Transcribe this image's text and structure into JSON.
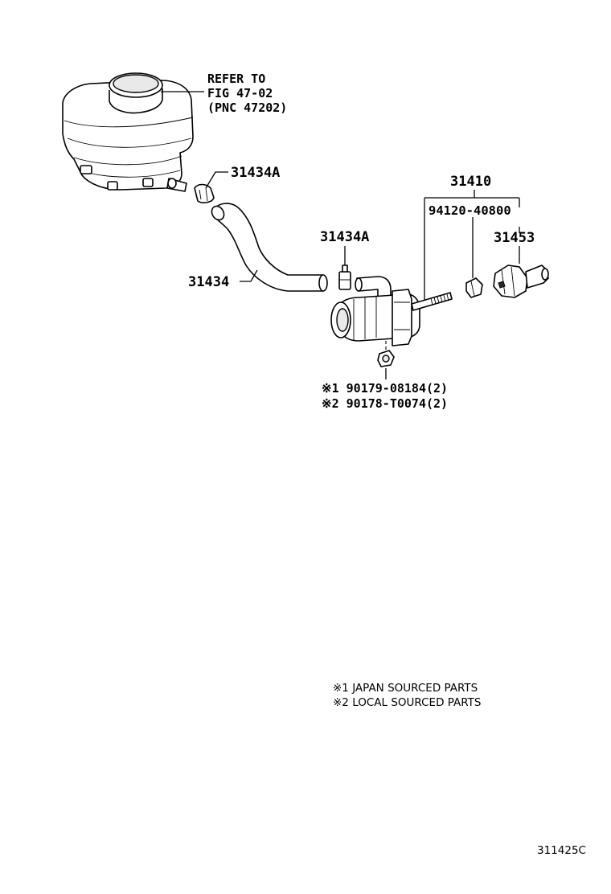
{
  "reservoir_ref": {
    "line1": "REFER TO",
    "line2": "FIG 47-02",
    "line3": "(PNC 47202)"
  },
  "callouts": {
    "clip_upper": "31434A",
    "clip_lower": "31434A",
    "hose": "31434",
    "cylinder_assy": "31410",
    "kit": "94120-40800",
    "boot": "31453",
    "nut_1": "※1 90179-08184(2)",
    "nut_2": "※2 90178-T0074(2)"
  },
  "legend": {
    "note_1": "※1 JAPAN SOURCED PARTS",
    "note_2": "※2 LOCAL SOURCED PARTS"
  },
  "figure_id": "311425C"
}
